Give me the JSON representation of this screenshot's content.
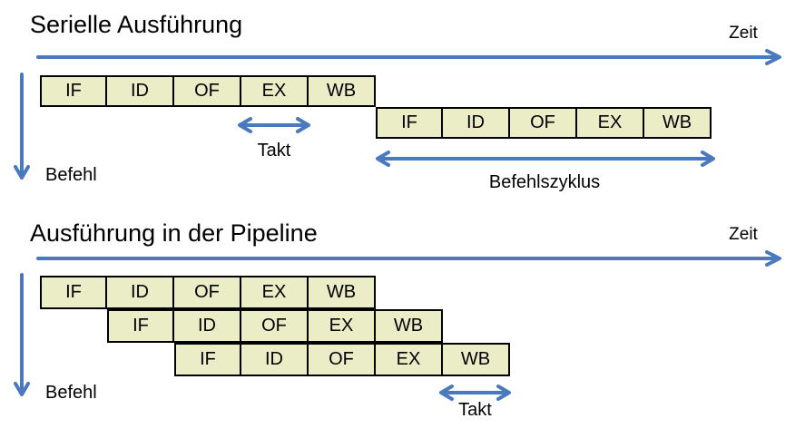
{
  "colors": {
    "arrow_blue": "#4a79be",
    "box_fill": "#ebedc6",
    "box_border": "#000000",
    "text_color": "#000000"
  },
  "sections": [
    {
      "title": "Serielle Ausführung",
      "time_axis_label": "Zeit",
      "instruction_axis_label": "Befehl",
      "clock_label": "Takt",
      "cycle_label": "Befehlszyklus",
      "rows": [
        [
          "IF",
          "ID",
          "OF",
          "EX",
          "WB"
        ],
        [
          "IF",
          "ID",
          "OF",
          "EX",
          "WB"
        ]
      ]
    },
    {
      "title": "Ausführung in der Pipeline",
      "time_axis_label": "Zeit",
      "instruction_axis_label": "Befehl",
      "clock_label": "Takt",
      "rows": [
        [
          "IF",
          "ID",
          "OF",
          "EX",
          "WB"
        ],
        [
          "IF",
          "ID",
          "OF",
          "EX",
          "WB"
        ],
        [
          "IF",
          "ID",
          "OF",
          "EX",
          "WB"
        ]
      ]
    }
  ]
}
